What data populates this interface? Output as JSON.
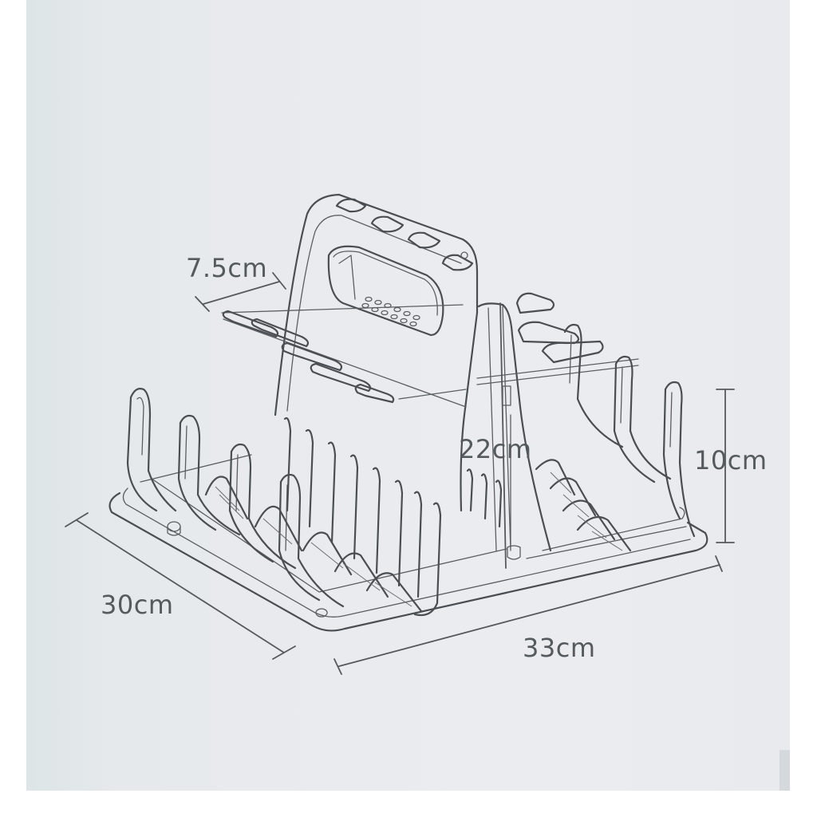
{
  "figure": {
    "subject": "Baby bottle drying rack line drawing with dimensions",
    "colors": {
      "background_panel": "#e8eaee",
      "line": "#4a4e52",
      "label_text": "#555a5e",
      "outer_margin": "#ffffff"
    }
  },
  "dimensions": {
    "arm_width": {
      "value": "7.5cm",
      "meaning": "width of bottle-arm tray"
    },
    "total_height": {
      "value": "22cm",
      "meaning": "height of central handle"
    },
    "rack_height": {
      "value": "10cm",
      "meaning": "height of rack prongs"
    },
    "depth": {
      "value": "30cm",
      "meaning": "base depth"
    },
    "length": {
      "value": "33cm",
      "meaning": "base length"
    }
  },
  "components": {
    "handle_holes": 4,
    "teat_slots_front": 5,
    "teat_slots_back": 3,
    "left_prongs": 4,
    "right_prongs": 4,
    "left_ribs": 9,
    "right_ribs": 5
  }
}
